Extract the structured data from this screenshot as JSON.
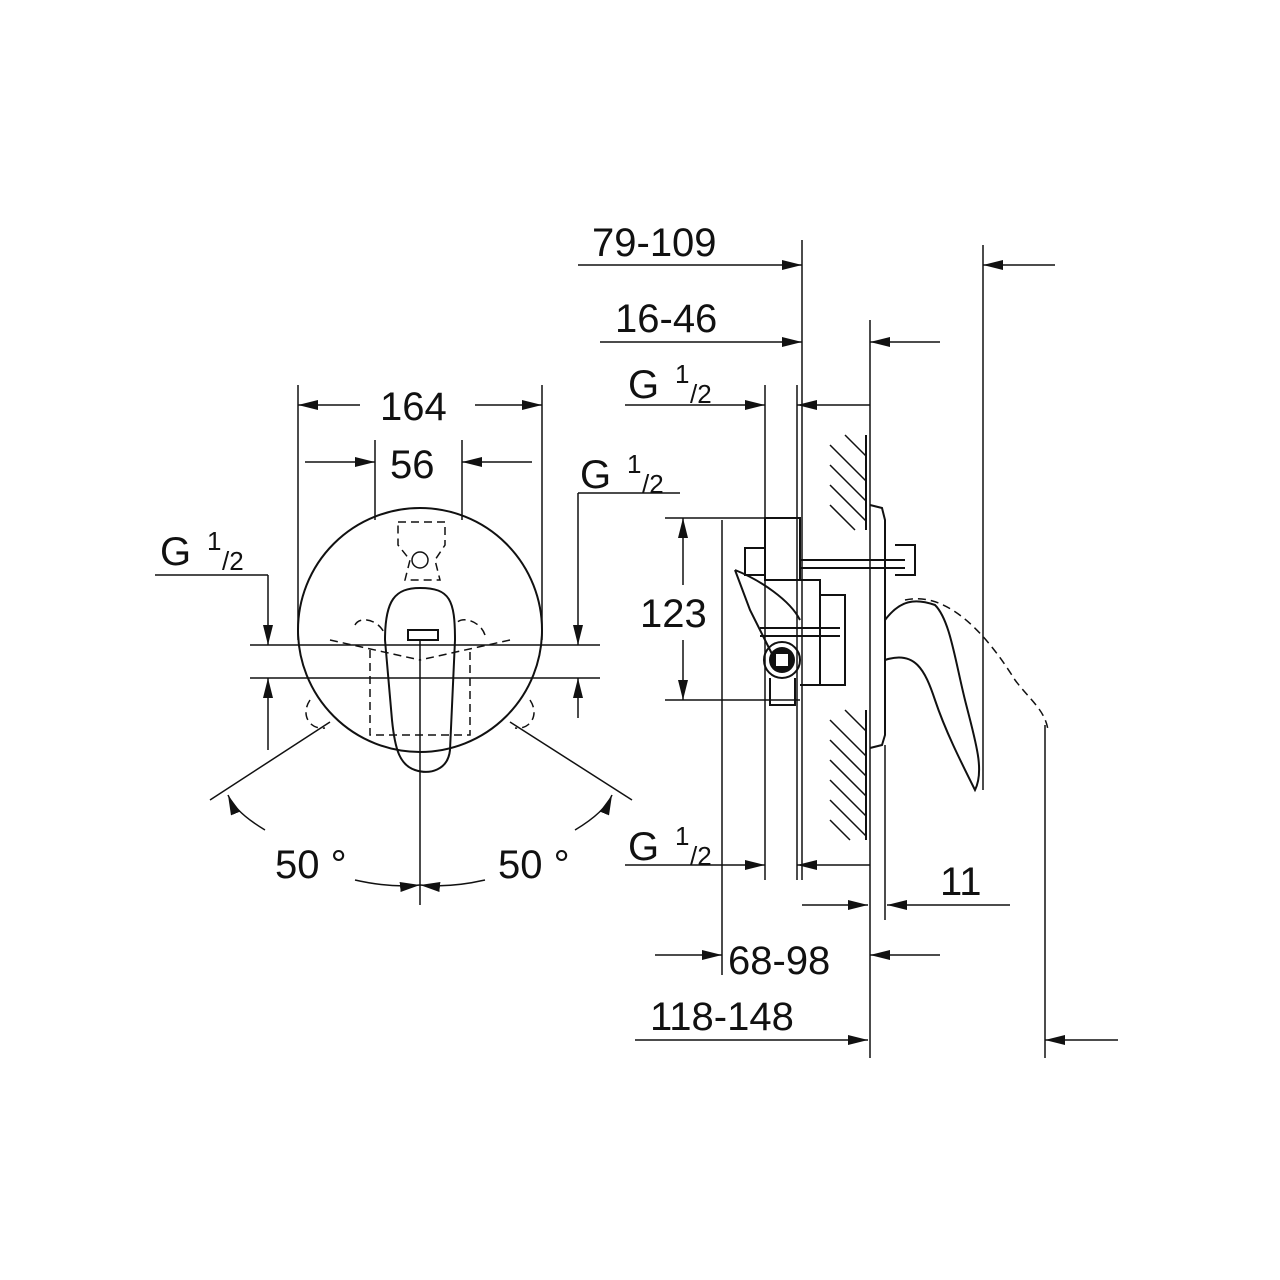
{
  "front_view": {
    "width_outer": "164",
    "width_inner": "56",
    "thread_left": {
      "g": "G",
      "num": "1",
      "den": "/2"
    },
    "thread_right": {
      "g": "G",
      "num": "1",
      "den": "/2"
    },
    "angle_left": "50 °",
    "angle_right": "50 °"
  },
  "side_view": {
    "depth_total": "79-109",
    "depth_wall": "16-46",
    "thread_top": {
      "g": "G",
      "num": "1",
      "den": "/2"
    },
    "thread_bottom": {
      "g": "G",
      "num": "1",
      "den": "/2"
    },
    "height": "123",
    "plate_offset": "11",
    "install_depth": "68-98",
    "install_depth_total": "118-148"
  }
}
